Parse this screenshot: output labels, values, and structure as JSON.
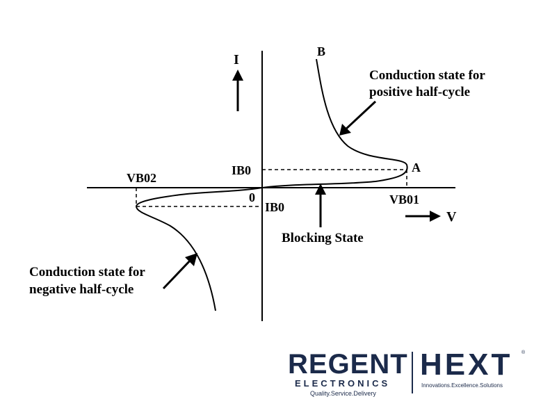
{
  "diagram": {
    "labels": {
      "current_axis": "I",
      "voltage_axis": "V",
      "point_b": "B",
      "point_a": "A",
      "origin": "0",
      "ib0_upper": "IB0",
      "ib0_lower": "IB0",
      "vb01": "VB01",
      "vb02": "VB02",
      "blocking_state": "Blocking State",
      "positive_line1": "Conduction state for",
      "positive_line2": "positive half-cycle",
      "negative_line1": "Conduction state for",
      "negative_line2": "negative half-cycle"
    }
  },
  "logo": {
    "regent_word": "REGENT",
    "regent_sub": "ELECTRONICS",
    "regent_tagline": "Quality.Service.Delivery",
    "hext_word": "HEXT",
    "hext_tagline": "Innovations.Excellence.Solutions",
    "registered_mark": "®",
    "color": "#1b2a4a"
  }
}
